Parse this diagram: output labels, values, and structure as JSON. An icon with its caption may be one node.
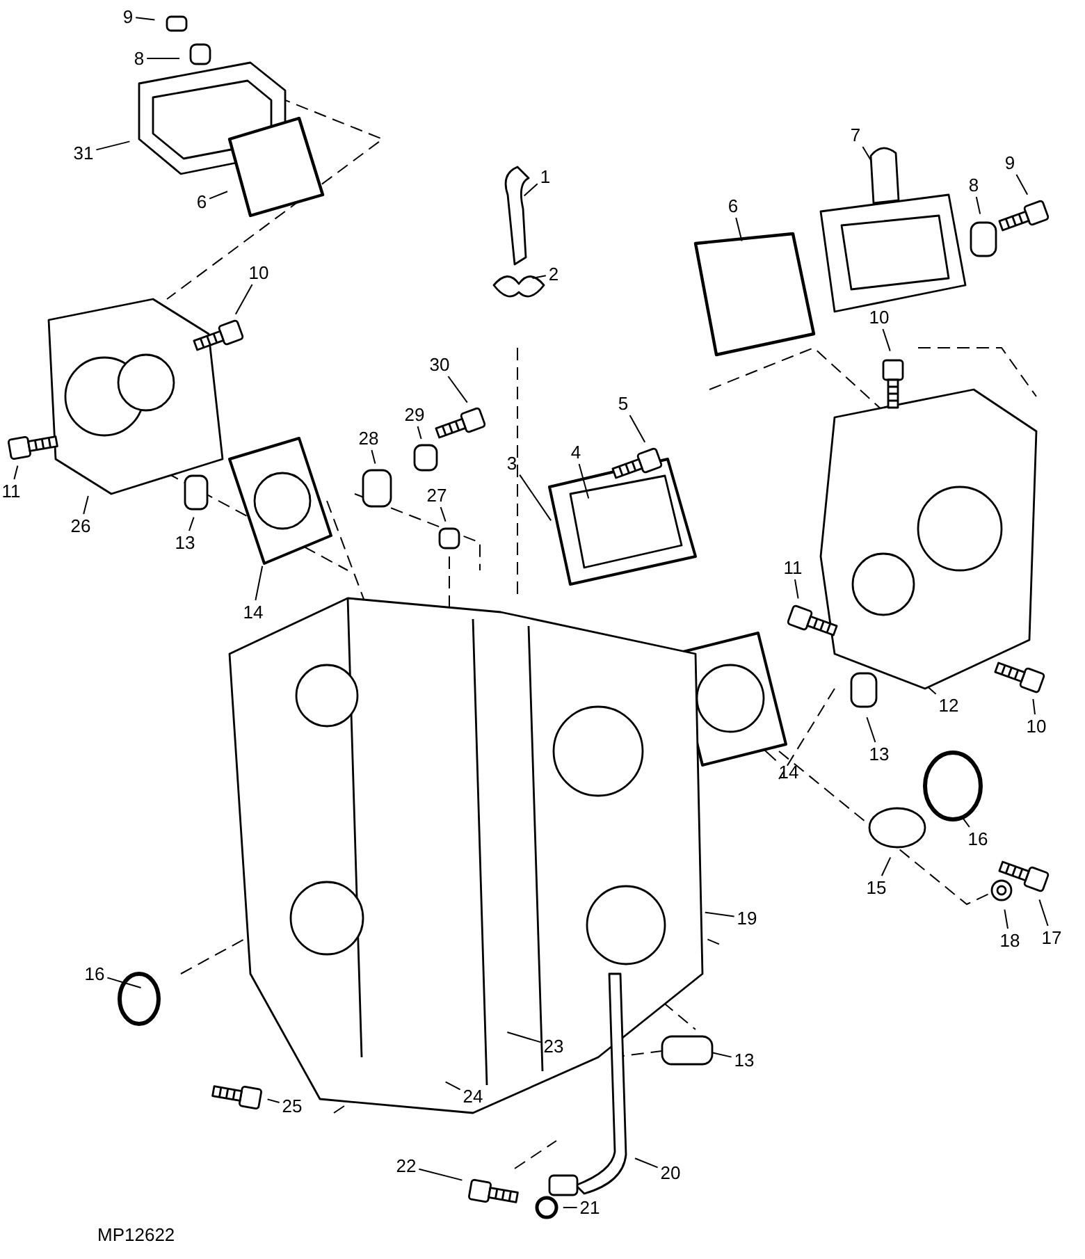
{
  "diagram": {
    "nodes": [
      {
        "text": [
          "9"
        ]
      },
      {
        "text": [
          "8"
        ]
      },
      {
        "text": [
          "31"
        ]
      },
      {
        "text": [
          "6"
        ]
      },
      {
        "text": [
          "1"
        ]
      },
      {
        "text": [
          "2"
        ]
      },
      {
        "text": [
          "7"
        ]
      },
      {
        "text": [
          "6"
        ]
      },
      {
        "text": [
          "8"
        ]
      },
      {
        "text": [
          "9"
        ]
      },
      {
        "text": [
          "10"
        ]
      },
      {
        "text": [
          "11"
        ]
      },
      {
        "text": [
          "26"
        ]
      },
      {
        "text": [
          "13"
        ]
      },
      {
        "text": [
          "14"
        ]
      },
      {
        "text": [
          "28"
        ]
      },
      {
        "text": [
          "29"
        ]
      },
      {
        "text": [
          "30"
        ]
      },
      {
        "text": [
          "27"
        ]
      },
      {
        "text": [
          "3"
        ]
      },
      {
        "text": [
          "4"
        ]
      },
      {
        "text": [
          "5"
        ]
      },
      {
        "text": [
          "10"
        ]
      },
      {
        "text": [
          "11"
        ]
      },
      {
        "text": [
          "12"
        ]
      },
      {
        "text": [
          "10"
        ]
      },
      {
        "text": [
          "13"
        ]
      },
      {
        "text": [
          "14"
        ]
      },
      {
        "text": [
          "16"
        ]
      },
      {
        "text": [
          "15"
        ]
      },
      {
        "text": [
          "17"
        ]
      },
      {
        "text": [
          "18"
        ]
      },
      {
        "text": [
          "19"
        ]
      },
      {
        "text": [
          "16"
        ]
      },
      {
        "text": [
          "23"
        ]
      },
      {
        "text": [
          "13"
        ]
      },
      {
        "text": [
          "25"
        ]
      },
      {
        "text": [
          "24"
        ]
      },
      {
        "text": [
          "22"
        ]
      },
      {
        "text": [
          "20"
        ]
      },
      {
        "text": [
          "21"
        ]
      }
    ],
    "edges": [
      {
        "from": 0,
        "to": null,
        "arrow": "none"
      },
      {
        "from": 1,
        "to": null,
        "arrow": "none"
      },
      {
        "from": 2,
        "to": null,
        "arrow": "none"
      },
      {
        "from": 3,
        "to": null,
        "arrow": "none"
      },
      {
        "from": 4,
        "to": null,
        "arrow": "none"
      },
      {
        "from": 5,
        "to": null,
        "arrow": "none"
      },
      {
        "from": 6,
        "to": null,
        "arrow": "none"
      },
      {
        "from": 7,
        "to": null,
        "arrow": "none"
      },
      {
        "from": 8,
        "to": null,
        "arrow": "none"
      },
      {
        "from": 9,
        "to": null,
        "arrow": "none"
      },
      {
        "from": 10,
        "to": null,
        "arrow": "none"
      },
      {
        "from": 11,
        "to": null,
        "arrow": "none"
      },
      {
        "from": 12,
        "to": null,
        "arrow": "none"
      },
      {
        "from": 13,
        "to": null,
        "arrow": "none"
      },
      {
        "from": 14,
        "to": null,
        "arrow": "none"
      },
      {
        "from": 15,
        "to": null,
        "arrow": "none"
      },
      {
        "from": 16,
        "to": null,
        "arrow": "none"
      },
      {
        "from": 17,
        "to": null,
        "arrow": "none"
      },
      {
        "from": 18,
        "to": null,
        "arrow": "none"
      },
      {
        "from": 19,
        "to": null,
        "arrow": "none"
      },
      {
        "from": 20,
        "to": null,
        "arrow": "none"
      },
      {
        "from": 21,
        "to": null,
        "arrow": "none"
      },
      {
        "from": 22,
        "to": null,
        "arrow": "none"
      },
      {
        "from": 23,
        "to": null,
        "arrow": "none"
      },
      {
        "from": 24,
        "to": null,
        "arrow": "none"
      },
      {
        "from": 25,
        "to": null,
        "arrow": "none"
      },
      {
        "from": 26,
        "to": null,
        "arrow": "none"
      },
      {
        "from": 27,
        "to": null,
        "arrow": "none"
      },
      {
        "from": 28,
        "to": null,
        "arrow": "none"
      },
      {
        "from": 29,
        "to": null,
        "arrow": "none"
      },
      {
        "from": 30,
        "to": null,
        "arrow": "none"
      },
      {
        "from": 31,
        "to": null,
        "arrow": "none"
      },
      {
        "from": 32,
        "to": null,
        "arrow": "none"
      },
      {
        "from": 33,
        "to": null,
        "arrow": "none"
      },
      {
        "from": 34,
        "to": null,
        "arrow": "none"
      },
      {
        "from": 35,
        "to": null,
        "arrow": "none"
      },
      {
        "from": 36,
        "to": null,
        "arrow": "none"
      },
      {
        "from": 37,
        "to": null,
        "arrow": "none"
      },
      {
        "from": 38,
        "to": null,
        "arrow": "none"
      },
      {
        "from": 39,
        "to": null,
        "arrow": "none"
      },
      {
        "from": 40,
        "to": null,
        "arrow": "none"
      }
    ],
    "labels": [
      "MP12622"
    ]
  }
}
